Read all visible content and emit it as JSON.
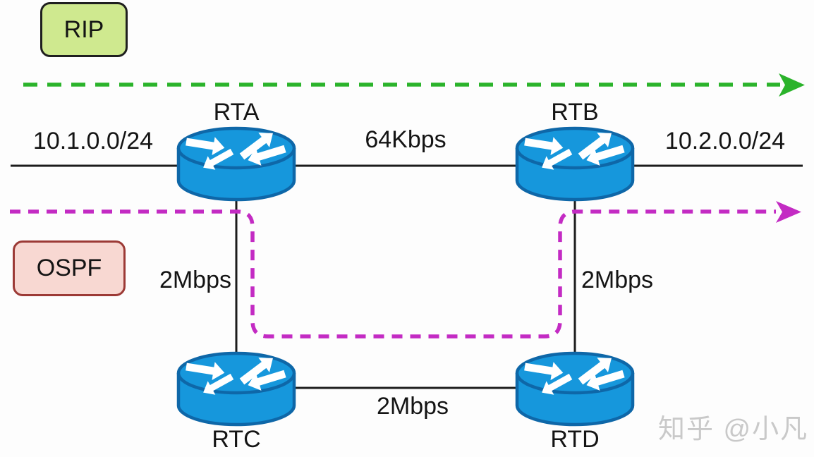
{
  "legend": {
    "rip": "RIP",
    "ospf": "OSPF"
  },
  "routers": [
    {
      "id": "rta",
      "label": "RTA"
    },
    {
      "id": "rtb",
      "label": "RTB"
    },
    {
      "id": "rtc",
      "label": "RTC"
    },
    {
      "id": "rtd",
      "label": "RTD"
    }
  ],
  "networks": {
    "left": "10.1.0.0/24",
    "right": "10.2.0.0/24"
  },
  "links": {
    "rta_rtb": "64Kbps",
    "rta_rtc": "2Mbps",
    "rtb_rtd": "2Mbps",
    "rtc_rtd": "2Mbps"
  },
  "watermark": "知乎 @小凡",
  "colors": {
    "rip_box_fill": "#cfe98f",
    "rip_box_border": "#1f1f1f",
    "ospf_box_fill": "#f8d8d2",
    "ospf_box_border": "#9c3a36",
    "rip_flow": "#2bb32b",
    "ospf_flow": "#c32bc3",
    "router_fill": "#1697dc",
    "router_stroke": "#0e67a8",
    "link_line": "#1c1c1c",
    "watermark_text": "#c9c9c9"
  }
}
